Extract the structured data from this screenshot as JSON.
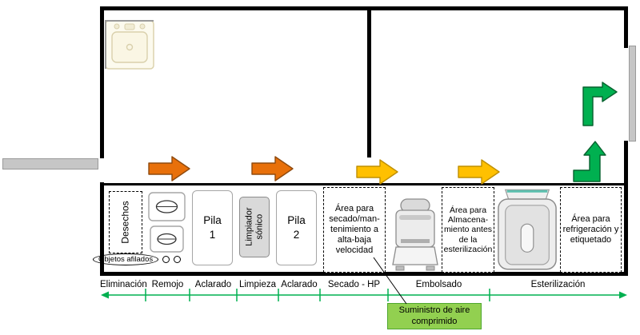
{
  "colors": {
    "wall_black": "#000000",
    "arrow_orange": "#E8700A",
    "arrow_orange_stroke": "#8F4A0E",
    "arrow_yellow": "#FFC000",
    "arrow_yellow_stroke": "#BF8F00",
    "arrow_green": "#00B050",
    "arrow_green_stroke": "#07622F",
    "dimension_line": "#00B050",
    "callout_fill": "#92D050",
    "callout_border": "#4EA72E",
    "station_gray_fill": "#D9D9D9"
  },
  "stations": {
    "desechos": "Desechos",
    "pila_1": "Pila 1",
    "limpiador_sonico": "Limpiador sónico",
    "pila_2": "Pila 2",
    "area_secado": "Área para secado/man-tenimiento a alta-baja velocidad",
    "area_almacenamiento": "Área para Almacena-miento antes de la esterilización",
    "area_refrigeracion": "Área para refrigeración y etiquetado"
  },
  "annotations": {
    "objetos_afilados": "Objetos afilados",
    "suministro_aire": "Suministro de aire comprimido"
  },
  "process_steps": [
    "Eliminación",
    "Remojo",
    "Aclarado",
    "Limpieza",
    "Aclarado",
    "Secado - HP",
    "Embolsado",
    "Esterilización"
  ],
  "icons": {
    "sink": "sink-icon",
    "soap_tray": "soap-tray-icon",
    "sealing_machine": "sealing-machine-icon",
    "sterilizer": "sterilizer-icon",
    "flow_arrow_right": "flow-arrow-right-icon",
    "flow_arrow_bend_up": "flow-arrow-bend-up-icon",
    "flow_arrow_bend_right": "flow-arrow-bend-right-icon"
  }
}
